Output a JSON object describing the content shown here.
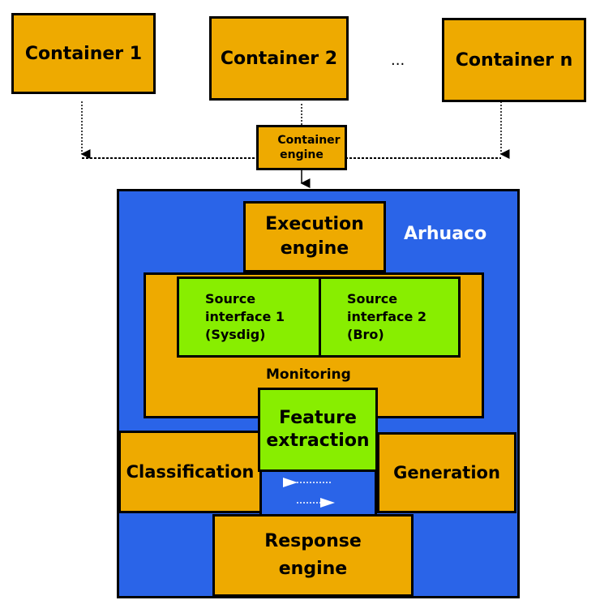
{
  "containers": [
    {
      "label": "Container 1"
    },
    {
      "label": "Container 2"
    },
    {
      "label": "Container n"
    }
  ],
  "ellipsis": "...",
  "container_engine": {
    "label_line1": "Container",
    "label_line2": "engine"
  },
  "arhuaco": {
    "title": "Arhuaco",
    "execution_engine": {
      "line1": "Execution",
      "line2": "engine"
    },
    "monitoring": {
      "label": "Monitoring",
      "source1": {
        "line1": "Source",
        "line2": "interface 1",
        "line3": "(Sysdig)"
      },
      "source2": {
        "line1": "Source",
        "line2": "interface 2",
        "line3": "(Bro)"
      }
    },
    "feature_extraction": {
      "line1": "Feature",
      "line2": "extraction"
    },
    "classification": "Classification",
    "generation": "Generation",
    "response_engine": {
      "line1": "Response",
      "line2": "engine"
    }
  },
  "colors": {
    "orange": "#eeaa00",
    "green": "#88ee00",
    "blue": "#2a64e8"
  }
}
